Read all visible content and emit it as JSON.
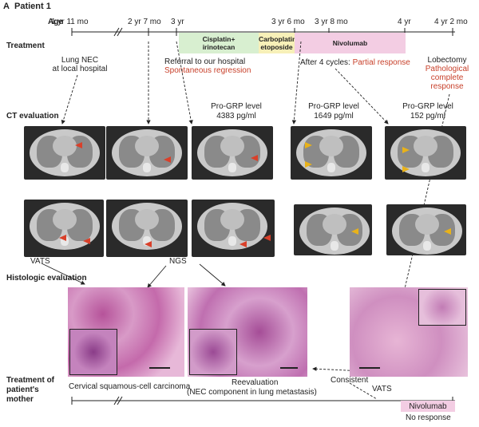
{
  "panel": {
    "letter": "A",
    "title": "Patient 1"
  },
  "timeline": {
    "age_label": "Age",
    "ticks": [
      "1 yr 11 mo",
      "2 yr 7 mo",
      "3 yr",
      "3 yr 6 mo",
      "3 yr 8 mo",
      "4 yr",
      "4 yr 2 mo"
    ]
  },
  "treatment": {
    "label": "Treatment",
    "bars": [
      {
        "label": "Cisplatin+ irinotecan",
        "color": "#d8efd0"
      },
      {
        "label": "Carboplatin+ etoposide",
        "color": "#f7f0b8"
      },
      {
        "label": "Nivolumab",
        "color": "#f3cde3"
      }
    ]
  },
  "annotations": {
    "lung_nec": "Lung NEC",
    "at_local": "at local hospital",
    "referral": "Referral to our hospital",
    "spontaneous": "Spontaneous regression",
    "after_cycles": "After 4 cycles: ",
    "partial": "Partial response",
    "lobectomy": "Lobectomy",
    "path1": "Pathological",
    "path2": "complete",
    "path3": "response"
  },
  "ct": {
    "label": "CT evaluation",
    "progrp": [
      {
        "line1": "Pro-GRP level",
        "line2": "4383 pg/ml"
      },
      {
        "line1": "Pro-GRP level",
        "line2": "1649 pg/ml"
      },
      {
        "line1": "Pro-GRP level",
        "line2": "152 pg/ml"
      }
    ]
  },
  "histo": {
    "label": "Histologic evaluation",
    "vats": "VATS",
    "ngs": "NGS"
  },
  "mother": {
    "label1": "Treatment of",
    "label2": "patient's",
    "label3": "mother",
    "cervical": "Cervical squamous-cell carcinoma",
    "reeval": "Reevaluation",
    "nec_component": "(NEC component in lung metastasis)",
    "consistent": "Consistent",
    "vats": "VATS",
    "nivolumab": "Nivolumab",
    "no_response": "No response",
    "nivolumab_color": "#f3cde3"
  },
  "colors": {
    "accent_red": "#c8402a",
    "arrow_red": "#d9402a",
    "arrow_yellow": "#e8b21a",
    "histo_pink": "#c77bb0"
  }
}
